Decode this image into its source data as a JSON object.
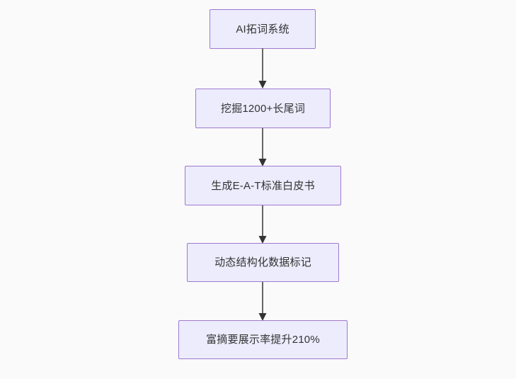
{
  "diagram": {
    "type": "flowchart",
    "direction": "top-to-bottom",
    "background_color": "#fafafa",
    "node_fill_color": "#ececfd",
    "node_border_color": "#9f79ce",
    "node_text_color": "#333333",
    "edge_line_color": "#666666",
    "edge_arrowhead_color": "#333333",
    "nodes": [
      {
        "id": "n1",
        "label": "AI拓词系统"
      },
      {
        "id": "n2",
        "label": "挖掘1200+长尾词"
      },
      {
        "id": "n3",
        "label": "生成E-A-T标准白皮书"
      },
      {
        "id": "n4",
        "label": "动态结构化数据标记"
      },
      {
        "id": "n5",
        "label": "富摘要展示率提升210%"
      }
    ],
    "edges": [
      {
        "from": "n1",
        "to": "n2"
      },
      {
        "from": "n2",
        "to": "n3"
      },
      {
        "from": "n3",
        "to": "n4"
      },
      {
        "from": "n4",
        "to": "n5"
      }
    ]
  }
}
